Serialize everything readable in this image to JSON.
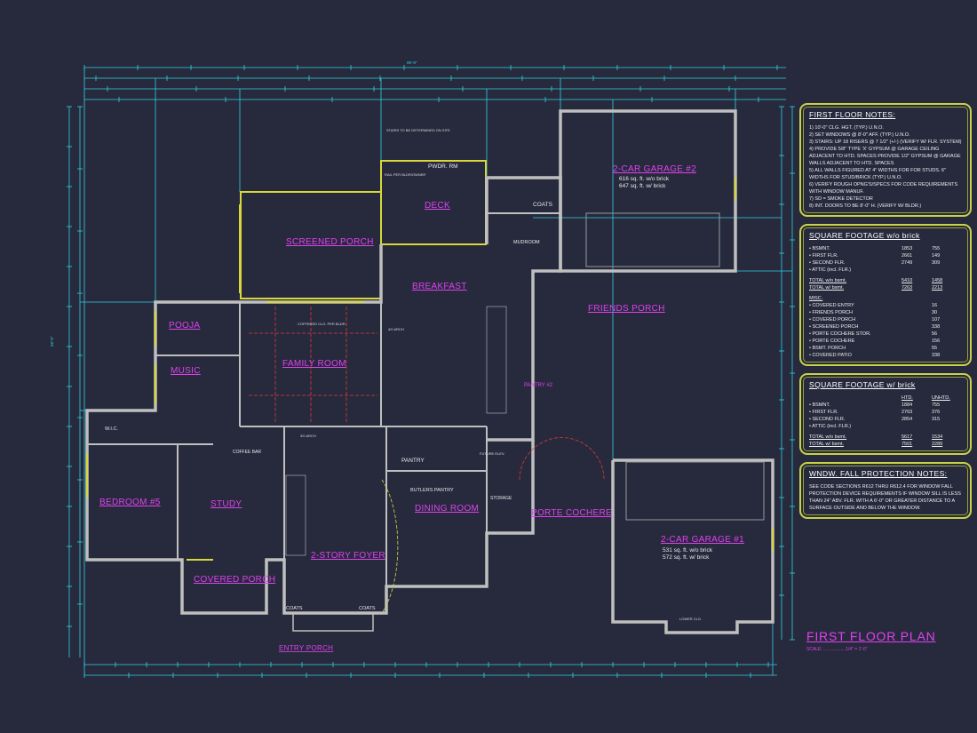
{
  "plan": {
    "title": "FIRST FLOOR PLAN",
    "scale": "SCALE: ..................1/4\" = 1'-0\"",
    "colors": {
      "background": "#272a3d",
      "walls": "#bfbfbf",
      "dimensions": "#2fd2e0",
      "room_labels": "#e040f0",
      "windows": "#d8d83a",
      "beams": "#e03838",
      "panel_border": "#c9d14a"
    },
    "overall_dims": {
      "top": "96'-8\"",
      "left": "58'-0\""
    },
    "rooms": [
      {
        "name": "2-CAR GARAGE #2",
        "area1": "616 sq. ft. w/o brick",
        "area2": "647 sq. ft. w/ brick"
      },
      {
        "name": "2-CAR GARAGE #1",
        "area1": "531 sq. ft. w/o brick",
        "area2": "572 sq. ft. w/ brick"
      },
      {
        "name": "SCREENED PORCH"
      },
      {
        "name": "DECK"
      },
      {
        "name": "BREAKFAST"
      },
      {
        "name": "POOJA"
      },
      {
        "name": "MUSIC"
      },
      {
        "name": "FAMILY ROOM"
      },
      {
        "name": "BEDROOM #5"
      },
      {
        "name": "STUDY"
      },
      {
        "name": "COVERED PORCH"
      },
      {
        "name": "2-STORY FOYER"
      },
      {
        "name": "DINING ROOM"
      },
      {
        "name": "PORTE COCHERE"
      },
      {
        "name": "FRIENDS PORCH"
      },
      {
        "name": "PANTRY #2"
      },
      {
        "name": "ENTRY PORCH"
      }
    ],
    "minor_labels": [
      "PWDR. RM",
      "MUDROOM",
      "COATS",
      "W.I.C.",
      "COFFEE BAR",
      "PANTRY",
      "BUTLERS PANTRY",
      "STORAGE",
      "COATS",
      "COATS",
      "FUTURE ELEV.",
      "STAIRS TO BE DETERMINED ON SITE",
      "RAIL PER BLDR/OWNER",
      "COFFERED CLG. PER BLDR.",
      "3/0 ARCH",
      "4/0 ARCH",
      "LOWER CLG."
    ]
  },
  "notes": {
    "title": "FIRST FLOOR NOTES:",
    "items": [
      "1) 10'-0\" CLG. HGT. (TYP.) U.N.O.",
      "2) SET WINDOWS @ 8'-0\" AFF. (TYP.) U.N.O.",
      "3) STAIRS: UP 18 RISERS @ 7 1/2\" (+/-) (VERIFY W/ FLR. SYSTEM)",
      "4) PROVIDE 5/8\" TYPE 'X' GYPSUM @ GARAGE CEILING ADJACENT TO HTD. SPACES PROVIDE 1/2\" GYPSUM @ GARAGE WALLS ADJACENT TO HTD. SPACES",
      "5) ALL WALLS FIGURED AT 4\" WIDTHS FOR FOR STUDS. 6\" WIDTHS FOR STUD/BRICK (TYP.) U.N.O.",
      "6) VERIFY ROUGH OPNG'S/SPECS FOR CODE REQUIREMENTS WITH WINDOW MANUF.",
      "7) SD = SMOKE DETECTOR",
      "8) INT. DOORS TO BE 8'-0\" H. (VERIFY W/ BLDR.)"
    ]
  },
  "sqft_wo_brick": {
    "title": "SQUARE FOOTAGE w/o brick",
    "rows": [
      [
        "• BSMNT.",
        "1853",
        "755"
      ],
      [
        "• FIRST FLR.",
        "2661",
        "149"
      ],
      [
        "• SECOND FLR.",
        "2749",
        "309"
      ],
      [
        "• ATTIC (incl. FLR.)",
        "",
        ""
      ]
    ],
    "totals": [
      [
        "TOTAL w/o bsmt.",
        "5410",
        "1458"
      ],
      [
        "TOTAL w/ bsmt.",
        "7263",
        "2213"
      ]
    ],
    "misc_label": "MISC.",
    "misc": [
      [
        "• COVERED ENTRY",
        "16"
      ],
      [
        "• FRIENDS PORCH",
        "30"
      ],
      [
        "• COVERED PORCH",
        "107"
      ],
      [
        "• SCREENED PORCH",
        "338"
      ],
      [
        "• PORTE COCHERE STOR.",
        "56"
      ],
      [
        "• PORTE COCHERE",
        "156"
      ],
      [
        "• BSMT. PORCH",
        "55"
      ],
      [
        "• COVERED PATIO",
        "338"
      ]
    ]
  },
  "sqft_w_brick": {
    "title": "SQUARE FOOTAGE w/ brick",
    "headers": [
      "",
      "HTD.",
      "UNHTD."
    ],
    "rows": [
      [
        "• BSMNT.",
        "1884",
        "755"
      ],
      [
        "• FIRST FLR.",
        "2763",
        "376"
      ],
      [
        "• SECOND FLR.",
        "2854",
        "315"
      ],
      [
        "• ATTIC (incl. FLR.)",
        "",
        ""
      ]
    ],
    "totals": [
      [
        "TOTAL w/o bsmt.",
        "5617",
        "1534"
      ],
      [
        "TOTAL w/ bsmt.",
        "7501",
        "2289"
      ]
    ]
  },
  "fall_protection": {
    "title": "WNDW. FALL PROTECTION NOTES:",
    "text": "SEE CODE SECTIONS R612 THRU R612.4 FOR WINDOW FALL PROTECTION DEVICE REQUIREMENTS IF WINDOW SILL IS LESS THAN 24\" ABV. FLR. WITH A 6'-0\" OR GREATER DISTANCE TO A SURFACE OUTSIDE AND BELOW THE WINDOW."
  }
}
